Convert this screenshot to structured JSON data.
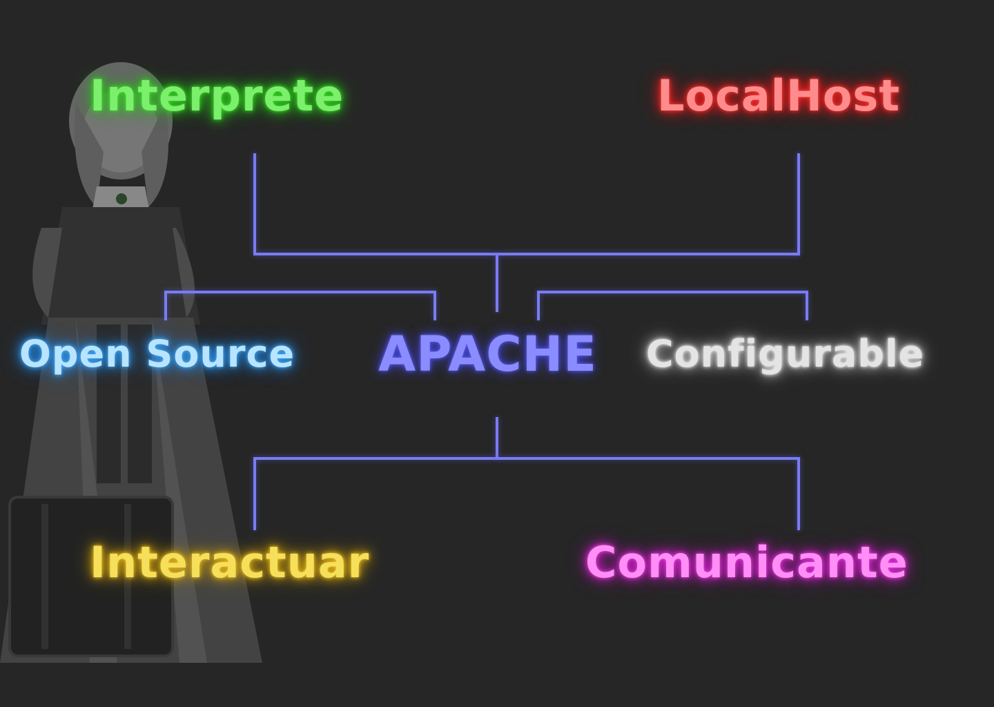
{
  "diagram": {
    "center": {
      "label": "APACHE",
      "color": "#8a8cff"
    },
    "nodes": [
      {
        "id": "interprete",
        "label": "Interprete",
        "color": "#7cf06c"
      },
      {
        "id": "localhost",
        "label": "LocalHost",
        "color": "#ff8c8c"
      },
      {
        "id": "opensource",
        "label": "Open Source",
        "color": "#b8e4ff"
      },
      {
        "id": "configurable",
        "label": "Configurable",
        "color": "#e4e4e4"
      },
      {
        "id": "interactuar",
        "label": "Interactuar",
        "color": "#f6df5a"
      },
      {
        "id": "comunicante",
        "label": "Comunicante",
        "color": "#ff8ef6"
      }
    ],
    "edges": [
      {
        "from": "APACHE",
        "to": "interprete"
      },
      {
        "from": "APACHE",
        "to": "localhost"
      },
      {
        "from": "APACHE",
        "to": "opensource"
      },
      {
        "from": "APACHE",
        "to": "configurable"
      },
      {
        "from": "APACHE",
        "to": "interactuar"
      },
      {
        "from": "APACHE",
        "to": "comunicante"
      }
    ],
    "connector_color": "#7a7cf0",
    "background_color": "#262626"
  }
}
